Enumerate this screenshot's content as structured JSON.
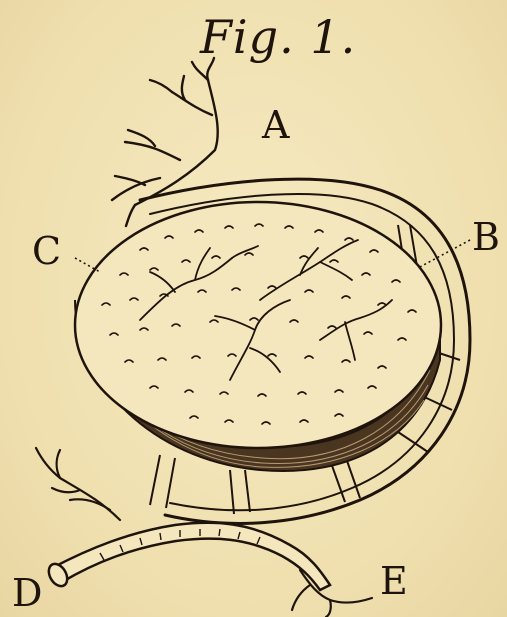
{
  "figure": {
    "title": "Fig. 1.",
    "labels": {
      "a": "A",
      "b": "B",
      "c": "C",
      "d": "D",
      "e": "E"
    }
  },
  "colors": {
    "paper": "#f2e4b6",
    "ink": "#1e140c"
  }
}
